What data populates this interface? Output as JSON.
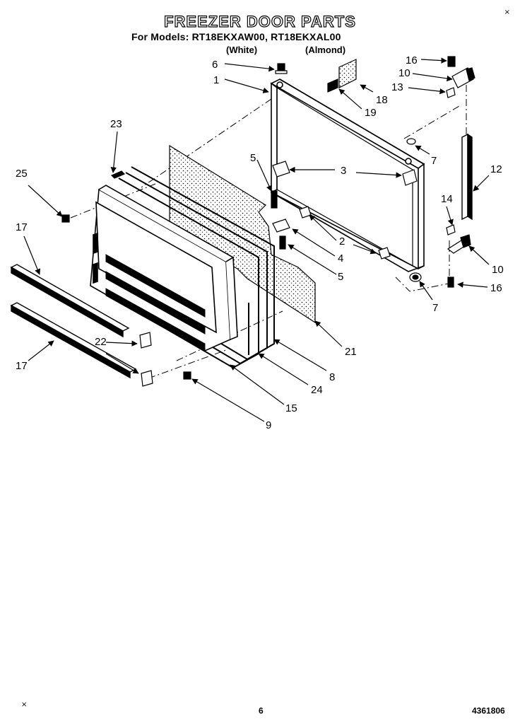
{
  "header": {
    "title": "FREEZER DOOR PARTS",
    "models_line": "For Models: RT18EKXAW00, RT18EKXAL00",
    "variant_white": "(White)",
    "variant_almond": "(Almond)"
  },
  "footer": {
    "page_number": "6",
    "document_number": "4361806",
    "corner_mark_top": "×",
    "corner_mark_bottom": "×"
  },
  "callouts": [
    {
      "id": "c6",
      "label": "6"
    },
    {
      "id": "c1",
      "label": "1"
    },
    {
      "id": "c16a",
      "label": "16"
    },
    {
      "id": "c10a",
      "label": "10"
    },
    {
      "id": "c13",
      "label": "13"
    },
    {
      "id": "c18",
      "label": "18"
    },
    {
      "id": "c19",
      "label": "19"
    },
    {
      "id": "c23",
      "label": "23"
    },
    {
      "id": "c7a",
      "label": "7"
    },
    {
      "id": "c5a",
      "label": "5"
    },
    {
      "id": "c3",
      "label": "3"
    },
    {
      "id": "c12",
      "label": "12"
    },
    {
      "id": "c25",
      "label": "25"
    },
    {
      "id": "c14",
      "label": "14"
    },
    {
      "id": "c2",
      "label": "2"
    },
    {
      "id": "c17a",
      "label": "17"
    },
    {
      "id": "c4",
      "label": "4"
    },
    {
      "id": "c5b",
      "label": "5"
    },
    {
      "id": "c10b",
      "label": "10"
    },
    {
      "id": "c16b",
      "label": "16"
    },
    {
      "id": "c7b",
      "label": "7"
    },
    {
      "id": "c21",
      "label": "21"
    },
    {
      "id": "c22",
      "label": "22"
    },
    {
      "id": "c17b",
      "label": "17"
    },
    {
      "id": "c8",
      "label": "8"
    },
    {
      "id": "c24",
      "label": "24"
    },
    {
      "id": "c15",
      "label": "15"
    },
    {
      "id": "c9",
      "label": "9"
    }
  ]
}
